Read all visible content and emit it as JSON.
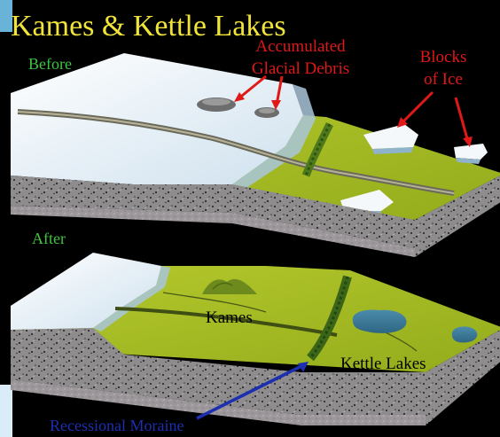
{
  "title": "Kames & Kettle Lakes",
  "panels": {
    "before": {
      "label": "Before"
    },
    "after": {
      "label": "After"
    }
  },
  "labels": {
    "accumulated_line1": "Accumulated",
    "accumulated_line2": "Glacial Debris",
    "blocks_line1": "Blocks",
    "blocks_line2": "of Ice",
    "kames": "Kames",
    "kettle_lakes": "Kettle Lakes",
    "recessional_moraine": "Recessional Moraine"
  },
  "colors": {
    "background": "#000000",
    "title": "#f0e33a",
    "panel_label": "#3ec53e",
    "callout_red": "#e01818",
    "callout_blue": "#1c2fb0",
    "grass": "#a7bd25",
    "ice": "#eef4f8",
    "lake": "#3f7e9c",
    "ground_side": "#8d8a8c"
  }
}
